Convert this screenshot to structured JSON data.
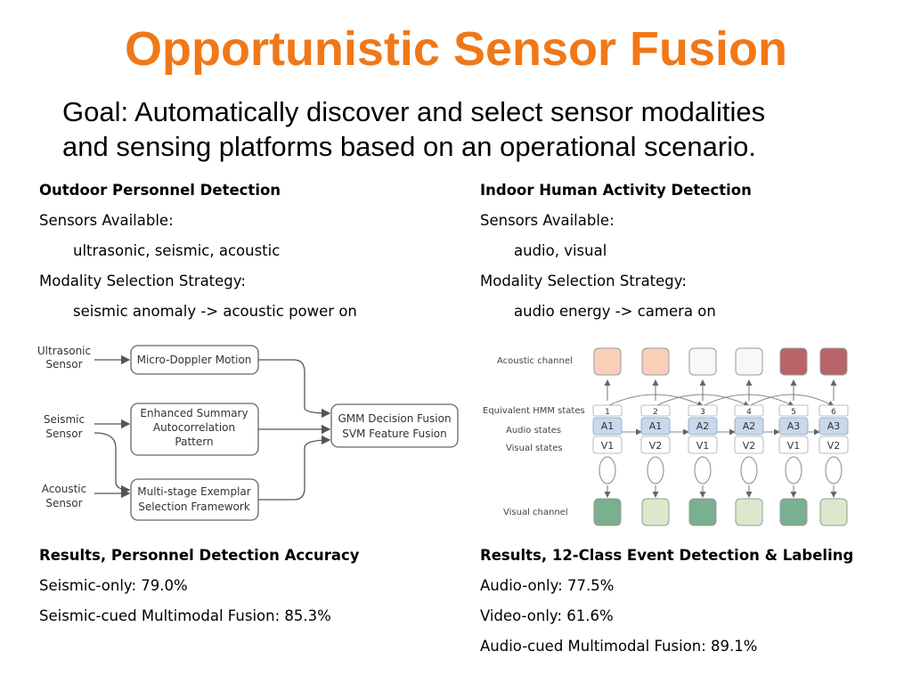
{
  "slide": {
    "title": "Opportunistic Sensor Fusion",
    "goal_label": "Goal:",
    "goal_line1": " Automatically discover and select sensor modalities",
    "goal_line2": "and sensing platforms based on an operational scenario."
  },
  "left": {
    "heading": "Outdoor Personnel Detection",
    "sensors_label": "Sensors Available:",
    "sensors_list": "ultrasonic, seismic, acoustic",
    "strategy_label": "Modality Selection Strategy:",
    "strategy": "seismic anomaly -> acoustic power on",
    "results_heading": "Results, Personnel Detection Accuracy",
    "results": [
      "Seismic-only: 79.0%",
      "Seismic-cued Multimodal Fusion: 85.3%"
    ],
    "diagram": {
      "inputs": [
        [
          "Ultrasonic",
          "Sensor"
        ],
        [
          "Seismic",
          "Sensor"
        ],
        [
          "Acoustic",
          "Sensor"
        ]
      ],
      "boxes": [
        [
          "Micro-Doppler Motion"
        ],
        [
          "Enhanced Summary",
          "Autocorrelation",
          "Pattern"
        ],
        [
          "Multi-stage Exemplar",
          "Selection Framework"
        ]
      ],
      "fusion": [
        "GMM Decision Fusion",
        "SVM Feature Fusion"
      ]
    }
  },
  "right": {
    "heading": "Indoor Human Activity Detection",
    "sensors_label": "Sensors Available:",
    "sensors_list": "audio, visual",
    "strategy_label": "Modality Selection Strategy:",
    "strategy": "audio energy -> camera on",
    "results_heading": "Results, 12-Class Event Detection & Labeling",
    "results": [
      "Audio-only: 77.5%",
      "Video-only: 61.6%",
      "Audio-cued Multimodal Fusion: 89.1%"
    ],
    "hmm": {
      "acoustic_label": "Acoustic channel",
      "hmm_label": "Equivalent HMM states",
      "audio_label": "Audio states",
      "visual_label": "Visual states",
      "visual_channel_label": "Visual channel",
      "state_numbers": [
        "1",
        "2",
        "3",
        "4",
        "5",
        "6"
      ],
      "audio_states": [
        "A1",
        "A1",
        "A2",
        "A2",
        "A3",
        "A3"
      ],
      "visual_states": [
        "V1",
        "V2",
        "V1",
        "V2",
        "V1",
        "V2"
      ],
      "acoustic_colors": [
        "#f8cfb8",
        "#f8cfb8",
        "#f8f8f8",
        "#f8f8f8",
        "#b86468",
        "#b86468"
      ],
      "visual_colors": [
        "#78b090",
        "#dce8cc",
        "#78b090",
        "#dce8cc",
        "#78b090",
        "#dce8cc"
      ]
    }
  }
}
